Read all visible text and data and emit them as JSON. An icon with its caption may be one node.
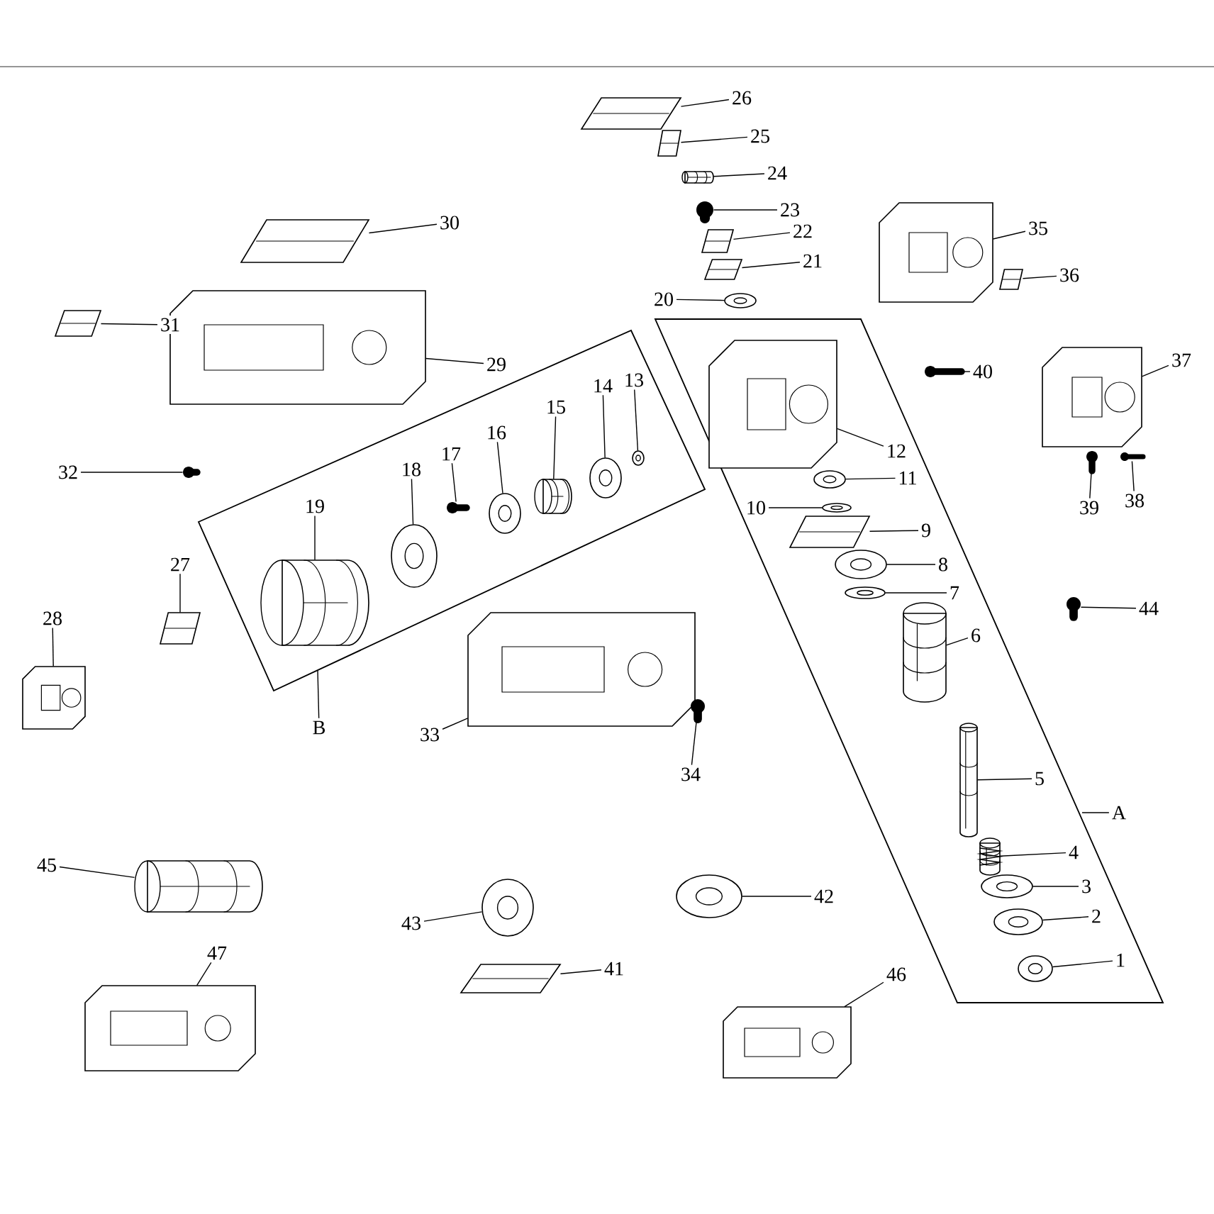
{
  "diagram": {
    "nodes": [
      {
        "text": [],
        "shape": "box"
      },
      {
        "text": [],
        "shape": "box"
      },
      {
        "text": [
          "1"
        ],
        "in": 0
      },
      {
        "text": [],
        "shape": "picture",
        "in": 0
      },
      {
        "text": [
          "2"
        ],
        "in": 0
      },
      {
        "text": [],
        "shape": "picture",
        "in": 0
      },
      {
        "text": [
          "3"
        ],
        "in": 0
      },
      {
        "text": [],
        "shape": "picture",
        "in": 0
      },
      {
        "text": [
          "4"
        ],
        "in": 0
      },
      {
        "text": [],
        "shape": "picture",
        "in": 0
      },
      {
        "text": [
          "5"
        ],
        "in": 0
      },
      {
        "text": [],
        "shape": "picture",
        "in": 0
      },
      {
        "text": [
          "6"
        ],
        "in": 0
      },
      {
        "text": [],
        "shape": "picture",
        "in": 0
      },
      {
        "text": [
          "7"
        ],
        "in": 0
      },
      {
        "text": [],
        "shape": "picture",
        "in": 0
      },
      {
        "text": [
          "8"
        ],
        "in": 0
      },
      {
        "text": [],
        "shape": "picture",
        "in": 0
      },
      {
        "text": [
          "9"
        ],
        "in": 0
      },
      {
        "text": [],
        "shape": "picture",
        "in": 0
      },
      {
        "text": [
          "10"
        ],
        "in": 0
      },
      {
        "text": [],
        "shape": "picture",
        "in": 0
      },
      {
        "text": [
          "11"
        ],
        "in": 0
      },
      {
        "text": [],
        "shape": "picture",
        "in": 0
      },
      {
        "text": [
          "12"
        ],
        "in": 0
      },
      {
        "text": [],
        "shape": "picture",
        "in": 0
      },
      {
        "text": [
          "13"
        ],
        "in": 1
      },
      {
        "text": [],
        "shape": "picture",
        "in": 1
      },
      {
        "text": [
          "14"
        ],
        "in": 1
      },
      {
        "text": [],
        "shape": "picture",
        "in": 1
      },
      {
        "text": [
          "15"
        ],
        "in": 1
      },
      {
        "text": [],
        "shape": "picture",
        "in": 1
      },
      {
        "text": [
          "16"
        ],
        "in": 1
      },
      {
        "text": [],
        "shape": "picture",
        "in": 1
      },
      {
        "text": [
          "17"
        ],
        "in": 1
      },
      {
        "text": [],
        "shape": "picture",
        "in": 1
      },
      {
        "text": [
          "18"
        ],
        "in": 1
      },
      {
        "text": [],
        "shape": "picture",
        "in": 1
      },
      {
        "text": [
          "19"
        ],
        "in": 1
      },
      {
        "text": [],
        "shape": "picture",
        "in": 1
      },
      {
        "text": [
          "20"
        ]
      },
      {
        "text": [],
        "shape": "picture"
      },
      {
        "text": [
          "21"
        ]
      },
      {
        "text": [],
        "shape": "picture"
      },
      {
        "text": [
          "22"
        ]
      },
      {
        "text": [],
        "shape": "picture"
      },
      {
        "text": [
          "23"
        ]
      },
      {
        "text": [],
        "shape": "picture"
      },
      {
        "text": [
          "24"
        ]
      },
      {
        "text": [],
        "shape": "picture"
      },
      {
        "text": [
          "25"
        ]
      },
      {
        "text": [],
        "shape": "picture"
      },
      {
        "text": [
          "26"
        ]
      },
      {
        "text": [],
        "shape": "picture"
      },
      {
        "text": [
          "27"
        ]
      },
      {
        "text": [],
        "shape": "picture"
      },
      {
        "text": [
          "28"
        ]
      },
      {
        "text": [],
        "shape": "picture"
      },
      {
        "text": [
          "29"
        ]
      },
      {
        "text": [],
        "shape": "picture"
      },
      {
        "text": [
          "30"
        ]
      },
      {
        "text": [],
        "shape": "picture"
      },
      {
        "text": [
          "31"
        ]
      },
      {
        "text": [],
        "shape": "picture"
      },
      {
        "text": [
          "32"
        ]
      },
      {
        "text": [],
        "shape": "picture"
      },
      {
        "text": [
          "33"
        ]
      },
      {
        "text": [],
        "shape": "picture"
      },
      {
        "text": [
          "34"
        ]
      },
      {
        "text": [],
        "shape": "picture"
      },
      {
        "text": [
          "35"
        ]
      },
      {
        "text": [],
        "shape": "picture"
      },
      {
        "text": [
          "36"
        ]
      },
      {
        "text": [],
        "shape": "picture"
      },
      {
        "text": [
          "37"
        ]
      },
      {
        "text": [],
        "shape": "picture"
      },
      {
        "text": [
          "38"
        ]
      },
      {
        "text": [],
        "shape": "picture"
      },
      {
        "text": [
          "39"
        ]
      },
      {
        "text": [],
        "shape": "picture"
      },
      {
        "text": [
          "40"
        ]
      },
      {
        "text": [],
        "shape": "picture"
      },
      {
        "text": [
          "41"
        ]
      },
      {
        "text": [],
        "shape": "picture"
      },
      {
        "text": [
          "42"
        ]
      },
      {
        "text": [],
        "shape": "picture"
      },
      {
        "text": [
          "43"
        ]
      },
      {
        "text": [],
        "shape": "picture"
      },
      {
        "text": [
          "44"
        ]
      },
      {
        "text": [],
        "shape": "picture"
      },
      {
        "text": [
          "45"
        ]
      },
      {
        "text": [],
        "shape": "picture"
      },
      {
        "text": [
          "46"
        ]
      },
      {
        "text": [],
        "shape": "picture"
      },
      {
        "text": [
          "47"
        ]
      },
      {
        "text": [],
        "shape": "picture"
      },
      {
        "text": [
          "A"
        ]
      },
      {
        "text": [
          "B"
        ]
      }
    ],
    "edges": [
      {
        "from": 2,
        "to": 3,
        "arrow": "none"
      },
      {
        "from": 4,
        "to": 5,
        "arrow": "none"
      },
      {
        "from": 6,
        "to": 7,
        "arrow": "none"
      },
      {
        "from": 8,
        "to": 9,
        "arrow": "none"
      },
      {
        "from": 10,
        "to": 11,
        "arrow": "none"
      },
      {
        "from": 12,
        "to": 13,
        "arrow": "none"
      },
      {
        "from": 14,
        "to": 15,
        "arrow": "none"
      },
      {
        "from": 16,
        "to": 17,
        "arrow": "none"
      },
      {
        "from": 18,
        "to": 19,
        "arrow": "none"
      },
      {
        "from": 20,
        "to": 21,
        "arrow": "none"
      },
      {
        "from": 22,
        "to": 23,
        "arrow": "none"
      },
      {
        "from": 24,
        "to": 25,
        "arrow": "none"
      },
      {
        "from": 26,
        "to": 27,
        "arrow": "none"
      },
      {
        "from": 28,
        "to": 29,
        "arrow": "none"
      },
      {
        "from": 30,
        "to": 31,
        "arrow": "none"
      },
      {
        "from": 32,
        "to": 33,
        "arrow": "none"
      },
      {
        "from": 34,
        "to": 35,
        "arrow": "none"
      },
      {
        "from": 36,
        "to": 37,
        "arrow": "none"
      },
      {
        "from": 38,
        "to": 39,
        "arrow": "none"
      },
      {
        "from": 40,
        "to": 41,
        "arrow": "none"
      },
      {
        "from": 42,
        "to": 43,
        "arrow": "none"
      },
      {
        "from": 44,
        "to": 45,
        "arrow": "none"
      },
      {
        "from": 46,
        "to": 47,
        "arrow": "none"
      },
      {
        "from": 48,
        "to": 49,
        "arrow": "none"
      },
      {
        "from": 50,
        "to": 51,
        "arrow": "none"
      },
      {
        "from": 52,
        "to": 53,
        "arrow": "none"
      },
      {
        "from": 54,
        "to": 55,
        "arrow": "none"
      },
      {
        "from": 56,
        "to": 57,
        "arrow": "none"
      },
      {
        "from": 58,
        "to": 59,
        "arrow": "none"
      },
      {
        "from": 60,
        "to": 61,
        "arrow": "none"
      },
      {
        "from": 62,
        "to": 63,
        "arrow": "none"
      },
      {
        "from": 64,
        "to": 65,
        "arrow": "none"
      },
      {
        "from": 66,
        "to": 67,
        "arrow": "none"
      },
      {
        "from": 68,
        "to": 69,
        "arrow": "none"
      },
      {
        "from": 70,
        "to": 71,
        "arrow": "none"
      },
      {
        "from": 72,
        "to": 73,
        "arrow": "none"
      },
      {
        "from": 74,
        "to": 75,
        "arrow": "none"
      },
      {
        "from": 76,
        "to": 77,
        "arrow": "none"
      },
      {
        "from": 78,
        "to": 79,
        "arrow": "none"
      },
      {
        "from": 80,
        "to": 81,
        "arrow": "none"
      },
      {
        "from": 82,
        "to": 83,
        "arrow": "none"
      },
      {
        "from": 84,
        "to": 85,
        "arrow": "none"
      },
      {
        "from": 86,
        "to": 87,
        "arrow": "none"
      },
      {
        "from": 88,
        "to": 89,
        "arrow": "none"
      },
      {
        "from": 90,
        "to": 91,
        "arrow": "none"
      },
      {
        "from": 92,
        "to": 93,
        "arrow": "none"
      },
      {
        "from": 94,
        "to": 95,
        "arrow": "none"
      },
      {
        "from": 96,
        "to": 0,
        "arrow": "none"
      },
      {
        "from": 97,
        "to": 1,
        "arrow": "none"
      }
    ]
  }
}
